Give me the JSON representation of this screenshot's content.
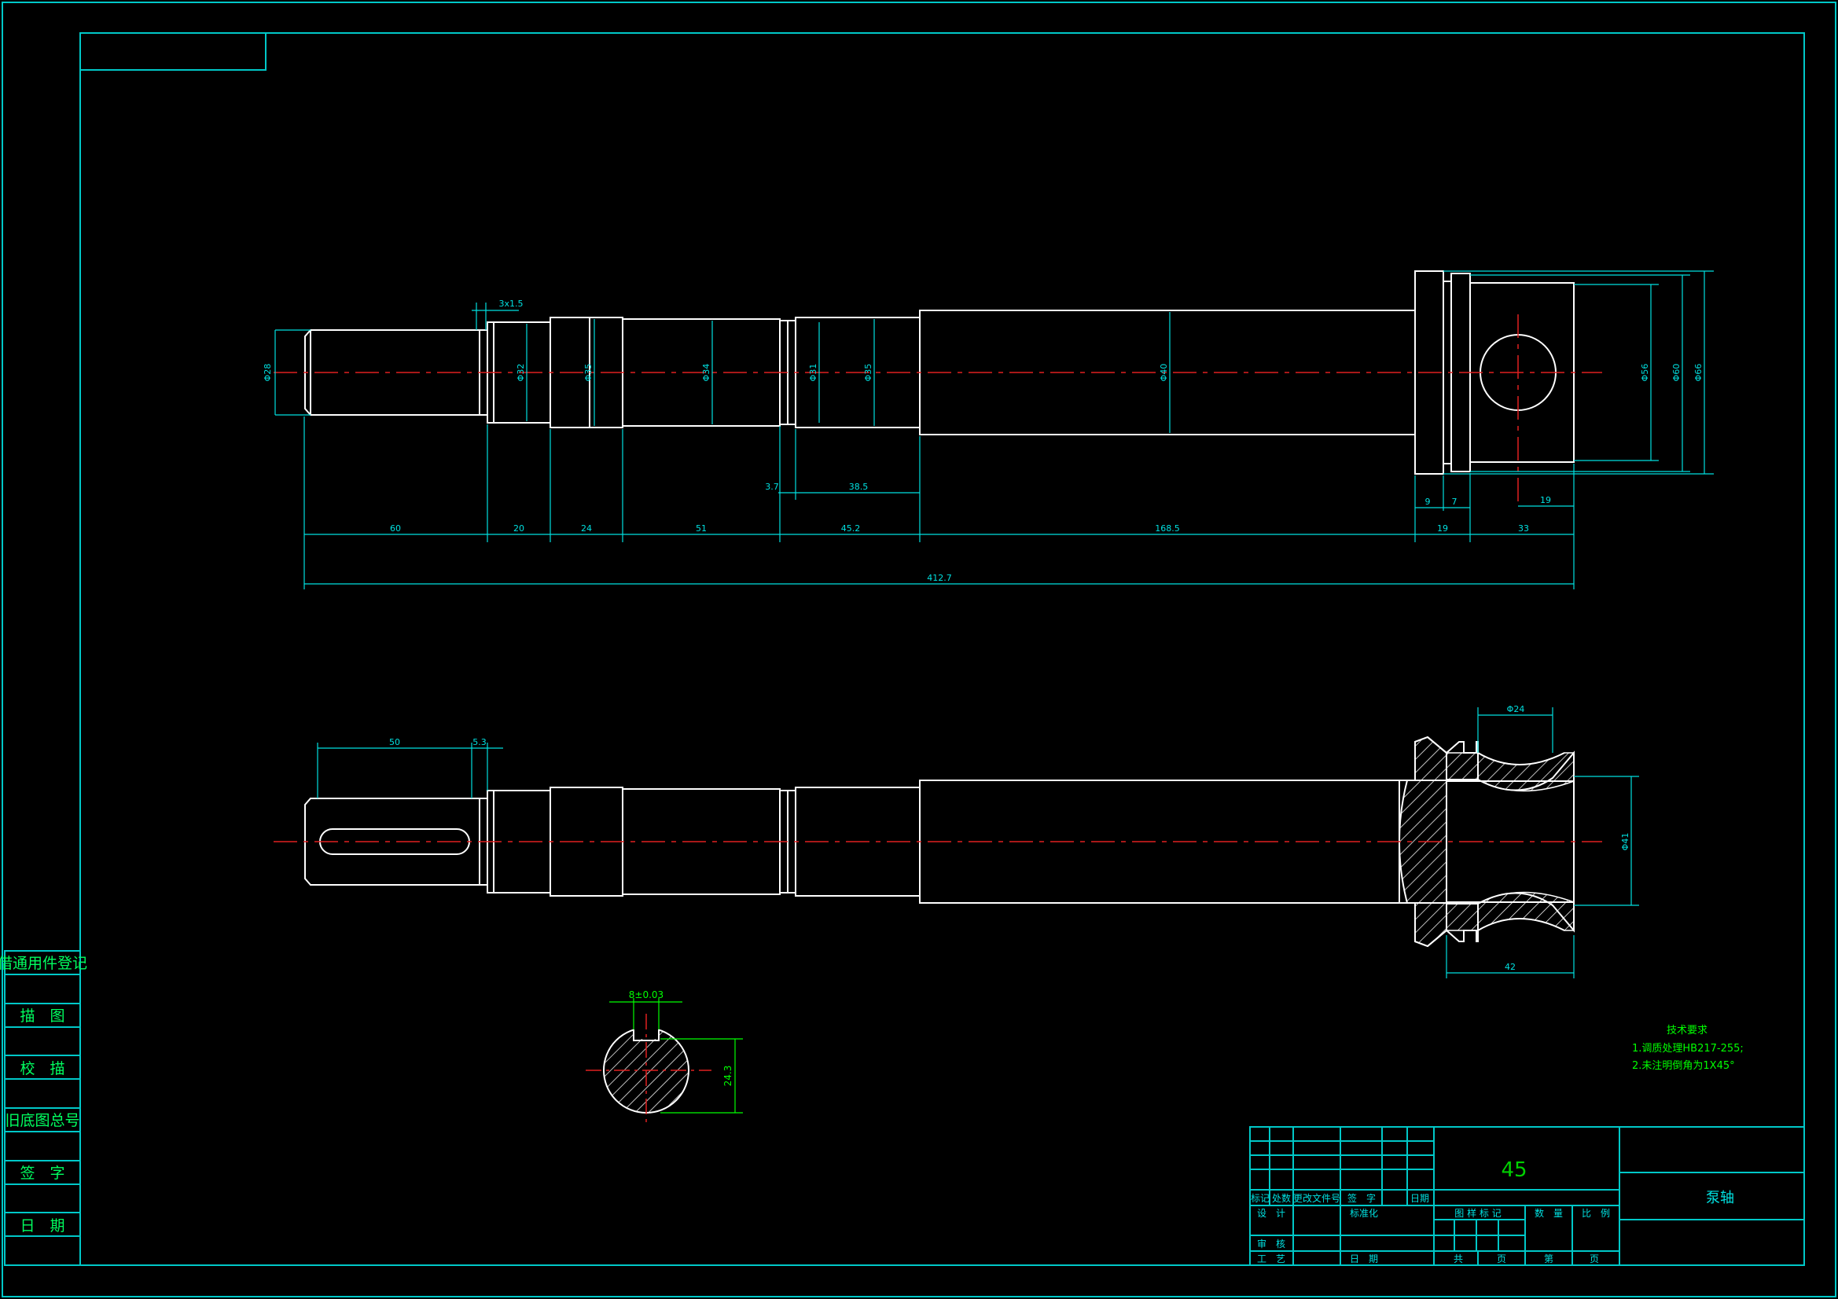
{
  "colors": {
    "background": "#000000",
    "frame": "#00c8c8",
    "outline": "#ffffff",
    "dimension": "#00e0e0",
    "centerline": "#e02020",
    "note": "#00ff00",
    "hatch": "#ffffff"
  },
  "left_stamp": [
    "借通用件登记",
    "描　图",
    "校　描",
    "旧底图总号",
    "签　字",
    "日　期"
  ],
  "dimensions": {
    "top_view": {
      "d_end": "Φ28",
      "chamfer": "3x1.5",
      "d_32": "Φ32",
      "d_35a": "Φ35",
      "d_34": "Φ34",
      "d_31": "Φ31",
      "d_35b": "Φ35",
      "d_40": "Φ40",
      "d_56": "Φ56",
      "d_60": "Φ60",
      "d_66": "Φ66",
      "l_60": "60",
      "l_20": "20",
      "l_24": "24",
      "l_51": "51",
      "l_452": "45.2",
      "l_1685": "168.5",
      "l_19": "19",
      "l_33": "33",
      "l_37": "3.7",
      "l_385": "38.5",
      "l_9": "9",
      "l_7": "7",
      "l_19b": "19",
      "l_total": "412.7"
    },
    "bottom_view": {
      "l_50": "50",
      "l_53": "5.3",
      "d_24": "Φ24",
      "d_41": "Φ41",
      "l_42": "42"
    },
    "section": {
      "key_width": "8±0.03",
      "depth": "24.3"
    }
  },
  "notes": {
    "title": "技术要求",
    "line1": "1.调质处理HB217-255;",
    "line2": "2.未注明倒角为1X45°"
  },
  "title_block": {
    "material": "45",
    "part_name": "泵轴",
    "row_headers": [
      "标记",
      "处数",
      "更改文件号",
      "签　字",
      "日期"
    ],
    "designer": "设　计",
    "standardization": "标准化",
    "reviewer": "审　核",
    "process": "工　艺",
    "date": "日　期",
    "stage_mark": "图 样 标 记",
    "quantity": "数　量",
    "scale": "比　例",
    "total": "共",
    "sheet1": "页",
    "page": "第",
    "sheet2": "页"
  }
}
